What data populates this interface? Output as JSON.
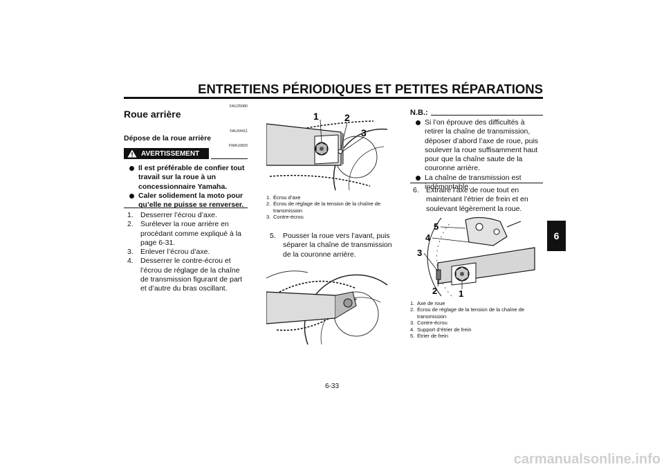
{
  "header": {
    "title": "ENTRETIENS PÉRIODIQUES ET PETITES RÉPARATIONS",
    "tab": "6"
  },
  "col1": {
    "code1": "FAU25080",
    "heading": "Roue arrière",
    "code2": "FAU34411",
    "subheading": "Dépose de la roue arrière",
    "code3": "FWA10820",
    "warning_label": "AVERTISSEMENT",
    "warnings": [
      "Il est préférable de confier tout travail sur la roue à un concessionnaire Yamaha.",
      "Caler solidement la moto pour qu’elle ne puisse se renverser."
    ],
    "steps": [
      {
        "n": "1.",
        "text": "Desserrer l’écrou d’axe."
      },
      {
        "n": "2.",
        "text": "Surélever la roue arrière en procédant comme expliqué à la page 6-31."
      },
      {
        "n": "3.",
        "text": "Enlever l’écrou d’axe."
      },
      {
        "n": "4.",
        "text": "Desserrer le contre-écrou et l’écrou de réglage de la chaîne de transmission figurant de part et d’autre du bras oscillant."
      }
    ]
  },
  "col2": {
    "fig1_callouts": [
      "1",
      "2",
      "3"
    ],
    "captions": [
      {
        "n": "1.",
        "text": "Écrou d’axe"
      },
      {
        "n": "2.",
        "text": "Écrou de réglage de la tension de la chaîne de transmission"
      },
      {
        "n": "3.",
        "text": "Contre-écrou"
      }
    ],
    "step5": {
      "n": "5.",
      "text": "Pousser la roue vers l’avant, puis séparer la chaîne de transmission de la couronne arrière."
    }
  },
  "col3": {
    "nb_label": "N.B.:",
    "notes": [
      "Si l’on éprouve des difficultés à retirer la chaîne de transmission, déposer d’abord l’axe de roue, puis soulever la roue suffisamment haut pour que la chaîne saute de la couronne arrière.",
      "La chaîne de transmission est indémontable."
    ],
    "step6": {
      "n": "6.",
      "text": "Extraire l’axe de roue tout en maintenant l’étrier de frein et en soulevant légèrement la roue."
    },
    "fig3_callouts": [
      "5",
      "4",
      "3",
      "2",
      "1"
    ],
    "captions": [
      {
        "n": "1.",
        "text": "Axe de roue"
      },
      {
        "n": "2.",
        "text": "Écrou de réglage de la tension de la chaîne de transmission"
      },
      {
        "n": "3.",
        "text": "Contre-écrou"
      },
      {
        "n": "4.",
        "text": "Support d’étrier de frein"
      },
      {
        "n": "5.",
        "text": "Étrier de frein"
      }
    ]
  },
  "footer": {
    "page": "6-33",
    "watermark": "carmanualsonline.info"
  }
}
